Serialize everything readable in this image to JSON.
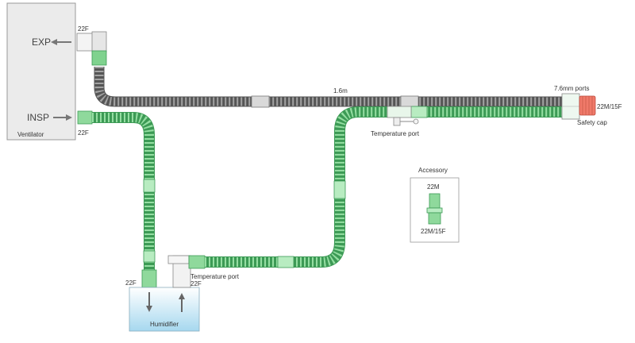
{
  "ventilator": {
    "name": "Ventilator",
    "exp_label": "EXP",
    "insp_label": "INSP"
  },
  "humidifier": {
    "name": "Humidifier"
  },
  "connectors": {
    "exp_size": "22F",
    "insp_size": "22F",
    "humidifier_left_size": "22F",
    "humidifier_right_size": "22F",
    "patient_end_size": "22M/15F"
  },
  "labels": {
    "length": "1.6m",
    "ports": "7.6mm ports",
    "temp_port_top": "Temperature port",
    "temp_port_bottom": "Temperature port",
    "safety_cap": "Safety cap"
  },
  "accessory": {
    "title": "Accessory",
    "top_size": "22M",
    "bottom_size": "22M/15F"
  },
  "colors": {
    "green_tube": "#8fd99c",
    "green_stroke": "#3c9a55",
    "grey_tube": "#9c9c9c",
    "grey_stroke": "#555555",
    "safety_cap": "#f07a6a",
    "humidifier_top": "#ffffff",
    "humidifier_bottom": "#a9d9f0"
  }
}
